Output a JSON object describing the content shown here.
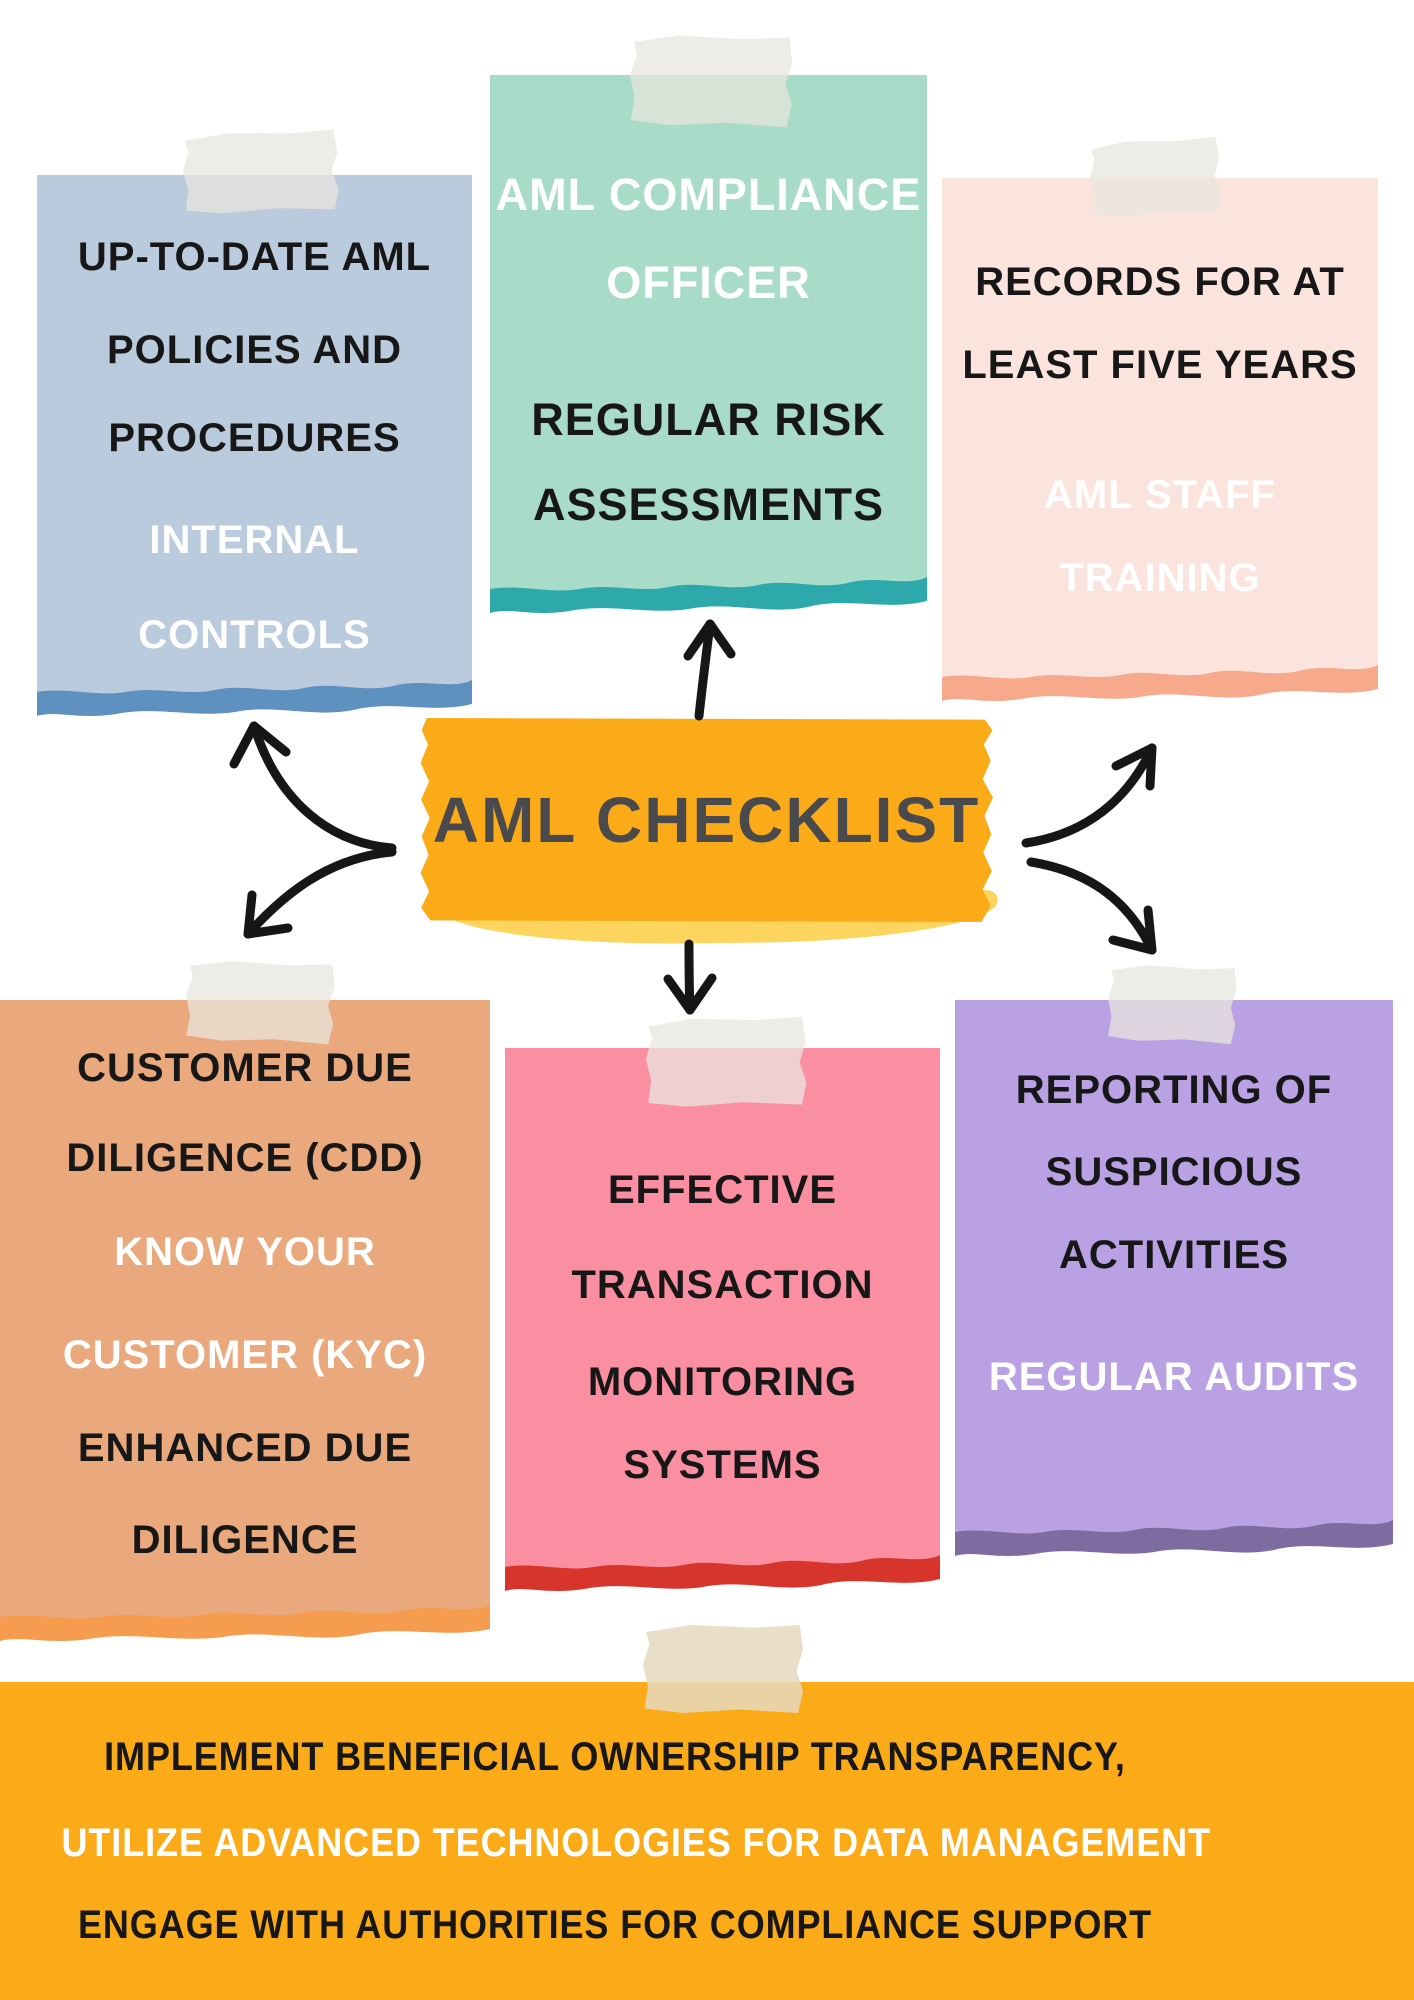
{
  "banner": {
    "label": "AML CHECKLIST",
    "bg": "#FBAB18",
    "shadow": "#FDD45E",
    "text_color": "#4A4A4C"
  },
  "cards": [
    {
      "name": "aml-policies-note",
      "bg": "#B9CBDC",
      "accent": "#5E90C0",
      "lines": [
        {
          "text": "UP-TO-DATE AML",
          "tone": "dark"
        },
        {
          "text": "POLICIES AND",
          "tone": "dark"
        },
        {
          "text": "PROCEDURES",
          "tone": "dark"
        },
        {
          "text": "INTERNAL",
          "tone": "light"
        },
        {
          "text": "CONTROLS",
          "tone": "light"
        }
      ]
    },
    {
      "name": "compliance-officer-note",
      "bg": "#A9DCC8",
      "accent": "#2EA9AB",
      "lines": [
        {
          "text": "AML COMPLIANCE",
          "tone": "light"
        },
        {
          "text": "OFFICER",
          "tone": "light"
        },
        {
          "text": "REGULAR RISK",
          "tone": "dark"
        },
        {
          "text": "ASSESSMENTS",
          "tone": "dark"
        }
      ]
    },
    {
      "name": "records-note",
      "bg": "#FAE4DD",
      "accent": "#F7A98B",
      "lines": [
        {
          "text": "RECORDS FOR AT",
          "tone": "dark"
        },
        {
          "text": "LEAST FIVE YEARS",
          "tone": "dark"
        },
        {
          "text": "AML STAFF",
          "tone": "light"
        },
        {
          "text": "TRAINING",
          "tone": "light"
        }
      ]
    },
    {
      "name": "customer-due-diligence-note",
      "bg": "#EAA87D",
      "accent": "#F59C4E",
      "lines": [
        {
          "text": "CUSTOMER DUE",
          "tone": "dark"
        },
        {
          "text": "DILIGENCE (CDD)",
          "tone": "dark"
        },
        {
          "text": "KNOW YOUR",
          "tone": "light"
        },
        {
          "text": "CUSTOMER (KYC)",
          "tone": "light"
        },
        {
          "text": "ENHANCED DUE",
          "tone": "dark"
        },
        {
          "text": "DILIGENCE",
          "tone": "dark"
        }
      ]
    },
    {
      "name": "transaction-monitoring-note",
      "bg": "#FA8FA2",
      "accent": "#D7352C",
      "lines": [
        {
          "text": "EFFECTIVE",
          "tone": "dark"
        },
        {
          "text": "TRANSACTION",
          "tone": "dark"
        },
        {
          "text": "MONITORING",
          "tone": "dark"
        },
        {
          "text": "SYSTEMS",
          "tone": "dark"
        }
      ]
    },
    {
      "name": "reporting-note",
      "bg": "#B9A1E3",
      "accent": "#7E6BA0",
      "lines": [
        {
          "text": "REPORTING OF",
          "tone": "dark"
        },
        {
          "text": "SUSPICIOUS",
          "tone": "dark"
        },
        {
          "text": "ACTIVITIES",
          "tone": "dark"
        },
        {
          "text": "REGULAR AUDITS",
          "tone": "light"
        }
      ]
    }
  ],
  "footer": {
    "bg": "#FBAB18",
    "lines": [
      {
        "text": "IMPLEMENT BENEFICIAL OWNERSHIP TRANSPARENCY,",
        "tone": "dark"
      },
      {
        "text": "UTILIZE ADVANCED TECHNOLOGIES FOR DATA MANAGEMENT",
        "tone": "light"
      },
      {
        "text": "ENGAGE WITH AUTHORITIES FOR COMPLIANCE SUPPORT",
        "tone": "dark"
      }
    ]
  }
}
